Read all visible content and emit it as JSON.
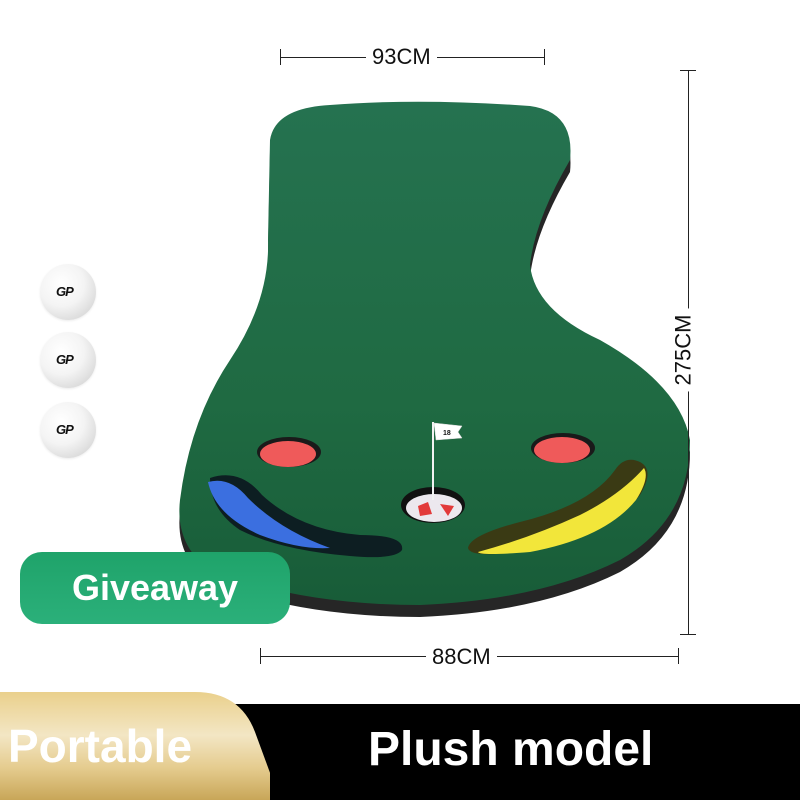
{
  "product": {
    "name": "Golf putting green mat",
    "colors": {
      "turf": "#1e6a40",
      "turf_dark": "#17553a",
      "edge": "#2a2a2a",
      "red_cup": "#ef5a5a",
      "blue_slot": "#3b6fe0",
      "yellow_slot": "#f2e63a",
      "giveaway_bg": "#22a872",
      "gold_tab": "#e8cd8a",
      "bar_bg": "#000000"
    }
  },
  "dimensions": {
    "top_width": "93CM",
    "length": "275CM",
    "bottom_width": "88CM"
  },
  "flag": {
    "number": "18"
  },
  "balls": [
    {
      "logo": "GP"
    },
    {
      "logo": "GP"
    },
    {
      "logo": "GP"
    }
  ],
  "badges": {
    "giveaway": "Giveaway"
  },
  "banner": {
    "left_label": "Portable",
    "right_label": "Plush model"
  }
}
